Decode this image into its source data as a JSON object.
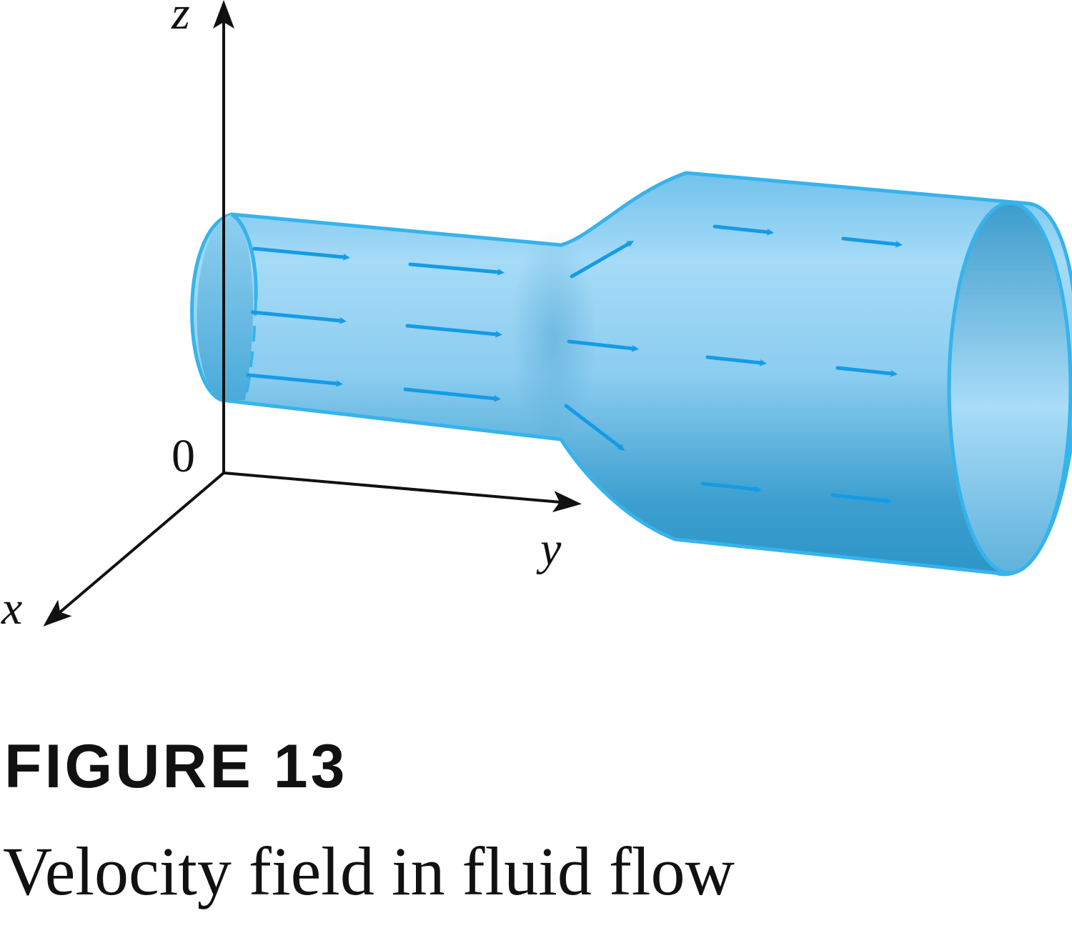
{
  "axes": {
    "z_label": "z",
    "y_label": "y",
    "x_label": "x",
    "origin_label": "0"
  },
  "caption": {
    "title": "FIGURE 13",
    "text": "Velocity field in fluid flow"
  },
  "colors": {
    "pipe_light": "#a8dbf7",
    "pipe_dark": "#3199cb",
    "pipe_edge": "#36b3ec",
    "arrow": "#159be6",
    "axis": "#111111"
  }
}
